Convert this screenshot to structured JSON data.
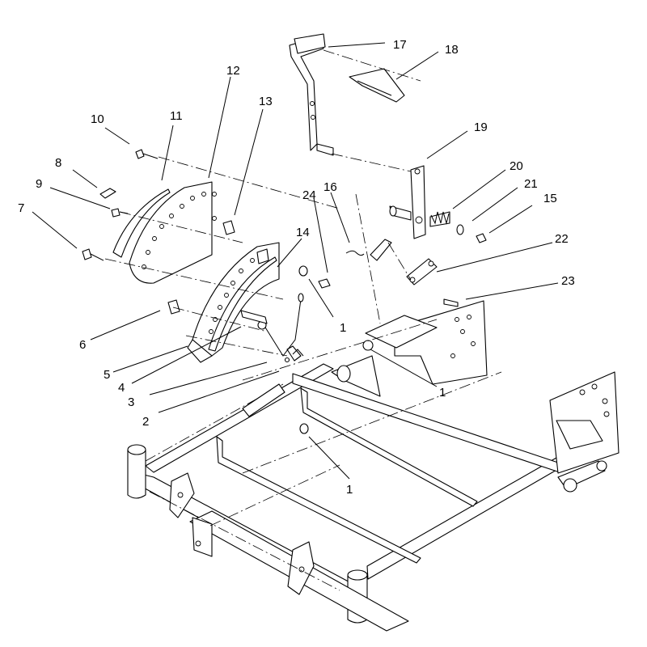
{
  "callouts": [
    {
      "id": "c1a",
      "label": "1"
    },
    {
      "id": "c1b",
      "label": "1"
    },
    {
      "id": "c1c",
      "label": "1"
    },
    {
      "id": "c2",
      "label": "2"
    },
    {
      "id": "c3",
      "label": "3"
    },
    {
      "id": "c4",
      "label": "4"
    },
    {
      "id": "c5",
      "label": "5"
    },
    {
      "id": "c6",
      "label": "6"
    },
    {
      "id": "c7",
      "label": "7"
    },
    {
      "id": "c8",
      "label": "8"
    },
    {
      "id": "c9",
      "label": "9"
    },
    {
      "id": "c10",
      "label": "10"
    },
    {
      "id": "c11",
      "label": "11"
    },
    {
      "id": "c12",
      "label": "12"
    },
    {
      "id": "c13",
      "label": "13"
    },
    {
      "id": "c14",
      "label": "14"
    },
    {
      "id": "c15",
      "label": "15"
    },
    {
      "id": "c16",
      "label": "16"
    },
    {
      "id": "c17",
      "label": "17"
    },
    {
      "id": "c18",
      "label": "18"
    },
    {
      "id": "c19",
      "label": "19"
    },
    {
      "id": "c20",
      "label": "20"
    },
    {
      "id": "c21",
      "label": "21"
    },
    {
      "id": "c22",
      "label": "22"
    },
    {
      "id": "c23",
      "label": "23"
    },
    {
      "id": "c24",
      "label": "24"
    }
  ]
}
